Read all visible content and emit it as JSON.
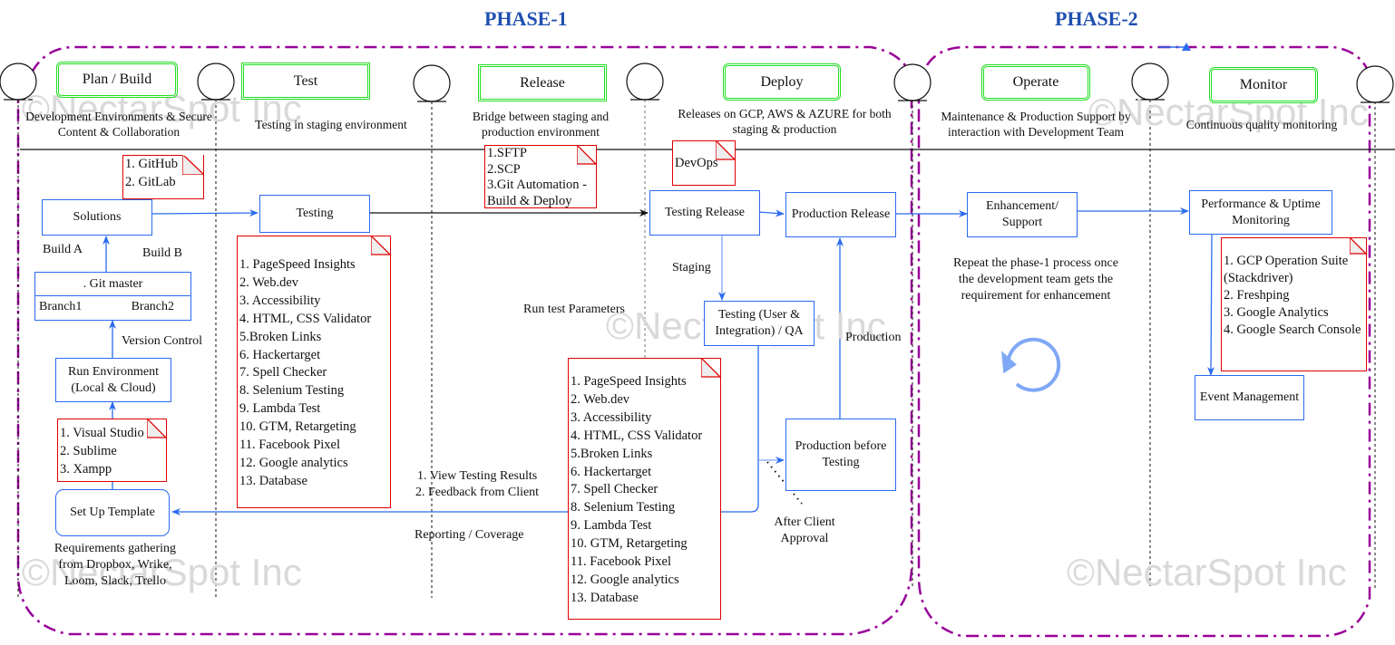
{
  "phases": [
    {
      "title": "PHASE-1"
    },
    {
      "title": "PHASE-2"
    }
  ],
  "watermark": "©NectarSpot Inc",
  "colors": {
    "phase_title": "#1f4fb0",
    "phase_frame": "#990099",
    "stage_border": "#22dd22",
    "flow_box": "#2b6bef",
    "note_border": "#e00000",
    "loop_icon": "#7fa8f5"
  },
  "stages": [
    {
      "label": "Plan / Build",
      "description": "Development Environments & Secure Content & Collaboration"
    },
    {
      "label": "Test",
      "description": "Testing in staging environment"
    },
    {
      "label": "Release",
      "description": "Bridge between staging and production environment"
    },
    {
      "label": "Deploy",
      "description": "Releases on GCP, AWS & AZURE  for both staging & production"
    },
    {
      "label": "Operate",
      "description": "Maintenance & Production Support by interaction with Development Team"
    },
    {
      "label": "Monitor",
      "description": "Continuous quality monitoring"
    }
  ],
  "boxes": {
    "solutions": "Solutions",
    "git_master": ". Git  master",
    "branch1": "Branch1",
    "branch2": "Branch2",
    "run_env": "Run Environment (Local & Cloud)",
    "setup_template": "Set Up Template",
    "testing": "Testing",
    "testing_release": "Testing Release",
    "production_release": "Production Release",
    "testing_qa": "Testing (User & Integration) / QA",
    "production_before_testing": "Production before Testing",
    "enhancement": "Enhancement/ Support",
    "perf_monitoring": "Performance & Uptime Monitoring",
    "event_mgmt": "Event Management"
  },
  "labels": {
    "build_a": "Build A",
    "build_b": "Build B",
    "version_control": "Version Control",
    "requirements": "Requirements gathering from Dropbox, Wrike, Loom, Slack, Trello",
    "run_test_params": "Run test Parameters",
    "feedback_1": "1. View Testing Results",
    "feedback_2": "2. Feedback from Client",
    "reporting": "Reporting / Coverage",
    "staging": "Staging",
    "production": "Production",
    "after_approval": "After Client Approval",
    "repeat": "Repeat the phase-1 process once the development team gets the requirement for enhancement"
  },
  "notes": {
    "repos": [
      "1. GitHub",
      "2. GitLab"
    ],
    "editors": [
      "1. Visual Studio",
      "2. Sublime",
      "3. Xampp"
    ],
    "transfer": [
      "1.SFTP",
      "2.SCP",
      "3.Git Automation - Build & Deploy"
    ],
    "devops": [
      "DevOps"
    ],
    "test_tools": [
      "1. PageSpeed Insights",
      "2. Web.dev",
      "3. Accessibility",
      "4. HTML, CSS Validator",
      "5.Broken Links",
      "6. Hackertarget",
      "7. Spell Checker",
      "8. Selenium Testing",
      "9. Lambda Test",
      "10. GTM, Retargeting",
      "11. Facebook Pixel",
      "12. Google analytics",
      "13. Database"
    ],
    "release_tools": [
      "1. PageSpeed Insights",
      "2. Web.dev",
      "3. Accessibility",
      "4. HTML, CSS Validator",
      "5.Broken Links",
      "6. Hackertarget",
      "7. Spell Checker",
      "8. Selenium Testing",
      "9. Lambda Test",
      "10. GTM, Retargeting",
      "11. Facebook Pixel",
      "12. Google analytics",
      "13. Database"
    ],
    "monitor_tools": [
      "1. GCP Operation Suite (Stackdriver)",
      "2. Freshping",
      "3. Google Analytics",
      "4. Google Search Console"
    ]
  },
  "icons": {
    "loop": "refresh-loop-icon",
    "lifeline": "lifeline-circle-icon"
  }
}
